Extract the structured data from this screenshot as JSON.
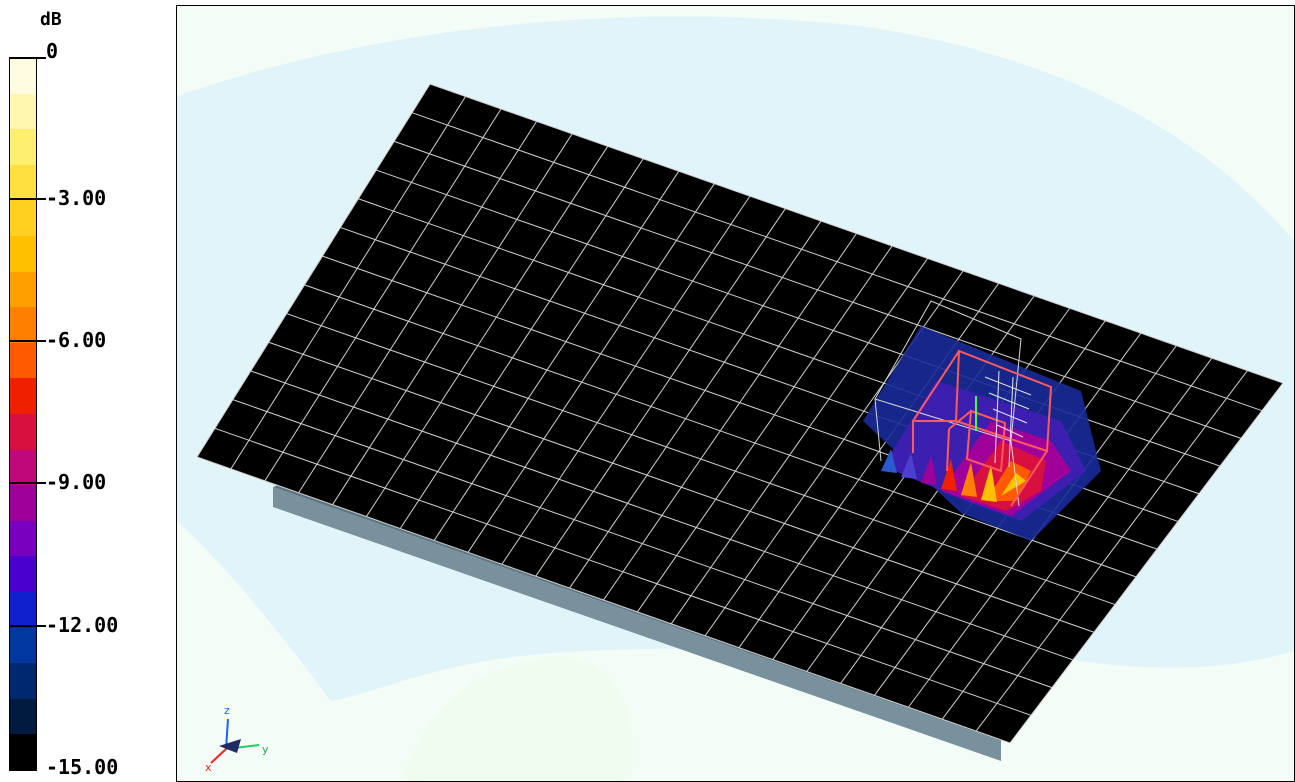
{
  "legend": {
    "unit": "dB",
    "labels": [
      "0",
      "-3.00",
      "-6.00",
      "-9.00",
      "-12.00",
      "-15.00"
    ],
    "colors": [
      "#fffbe0",
      "#fff7b0",
      "#ffef70",
      "#ffe040",
      "#ffd020",
      "#ffc000",
      "#ffa000",
      "#ff8000",
      "#ff5a00",
      "#ee2000",
      "#d81040",
      "#c0087a",
      "#a0009a",
      "#7a00c0",
      "#4a00cf",
      "#1020cf",
      "#0038a0",
      "#00286e",
      "#001a40",
      "#000000"
    ]
  },
  "axes": {
    "x": "x",
    "y": "y",
    "z": "z"
  }
}
